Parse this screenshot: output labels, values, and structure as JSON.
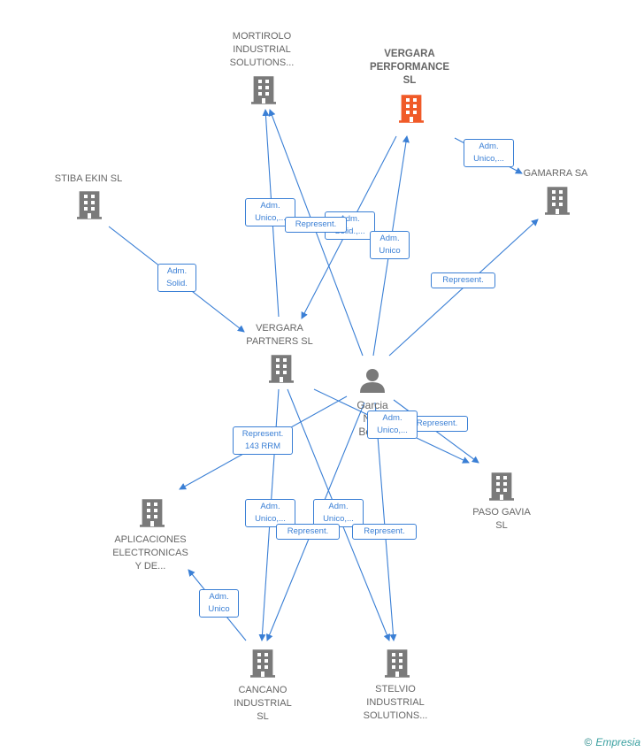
{
  "colors": {
    "edge": "#3a7fd5",
    "building": "#7a7a7a",
    "building_focus": "#f05a28",
    "person": "#7a7a7a"
  },
  "nodes": {
    "mortirolo": "MORTIROLO\nINDUSTRIAL\nSOLUTIONS...",
    "vergara_performance": "VERGARA\nPERFORMANCE\nSL",
    "gamarra": "GAMARRA SA",
    "stiba": "STIBA EKIN  SL",
    "vergara_partners": "VERGARA\nPARTNERS  SL",
    "garcia": "Garcia\nNi...\nBon...",
    "paso_gavia": "PASO GAVIA\nSL",
    "aplicaciones": "APLICACIONES\nELECTRONICAS\nY DE...",
    "cancano": "CANCANO\nINDUSTRIAL\nSL",
    "stelvio": "STELVIO\nINDUSTRIAL\nSOLUTIONS..."
  },
  "edge_labels": {
    "adm_unico_top_right": "Adm.\nUnico,...",
    "adm_unico_left_upper": "Adm.\nUnico,...",
    "represent_upper": "Represent.",
    "adm_solid_upper": "Adm.\nSolid.,...",
    "adm_unico_center": "Adm.\nUnico",
    "adm_solid_left": "Adm.\nSolid.",
    "represent_gamarra": "Represent.",
    "represent_143": "Represent.\n143 RRM",
    "represent_paso": "Represent.",
    "adm_unico_paso": "Adm.\nUnico,...",
    "adm_unico_lower_left": "Adm.\nUnico,...",
    "adm_unico_lower_right": "Adm.\nUnico,...",
    "represent_lower_left": "Represent.",
    "represent_lower_right": "Represent.",
    "adm_unico_aplic": "Adm.\nUnico"
  },
  "footer": {
    "copyright": "©",
    "brand": "Empresia"
  }
}
